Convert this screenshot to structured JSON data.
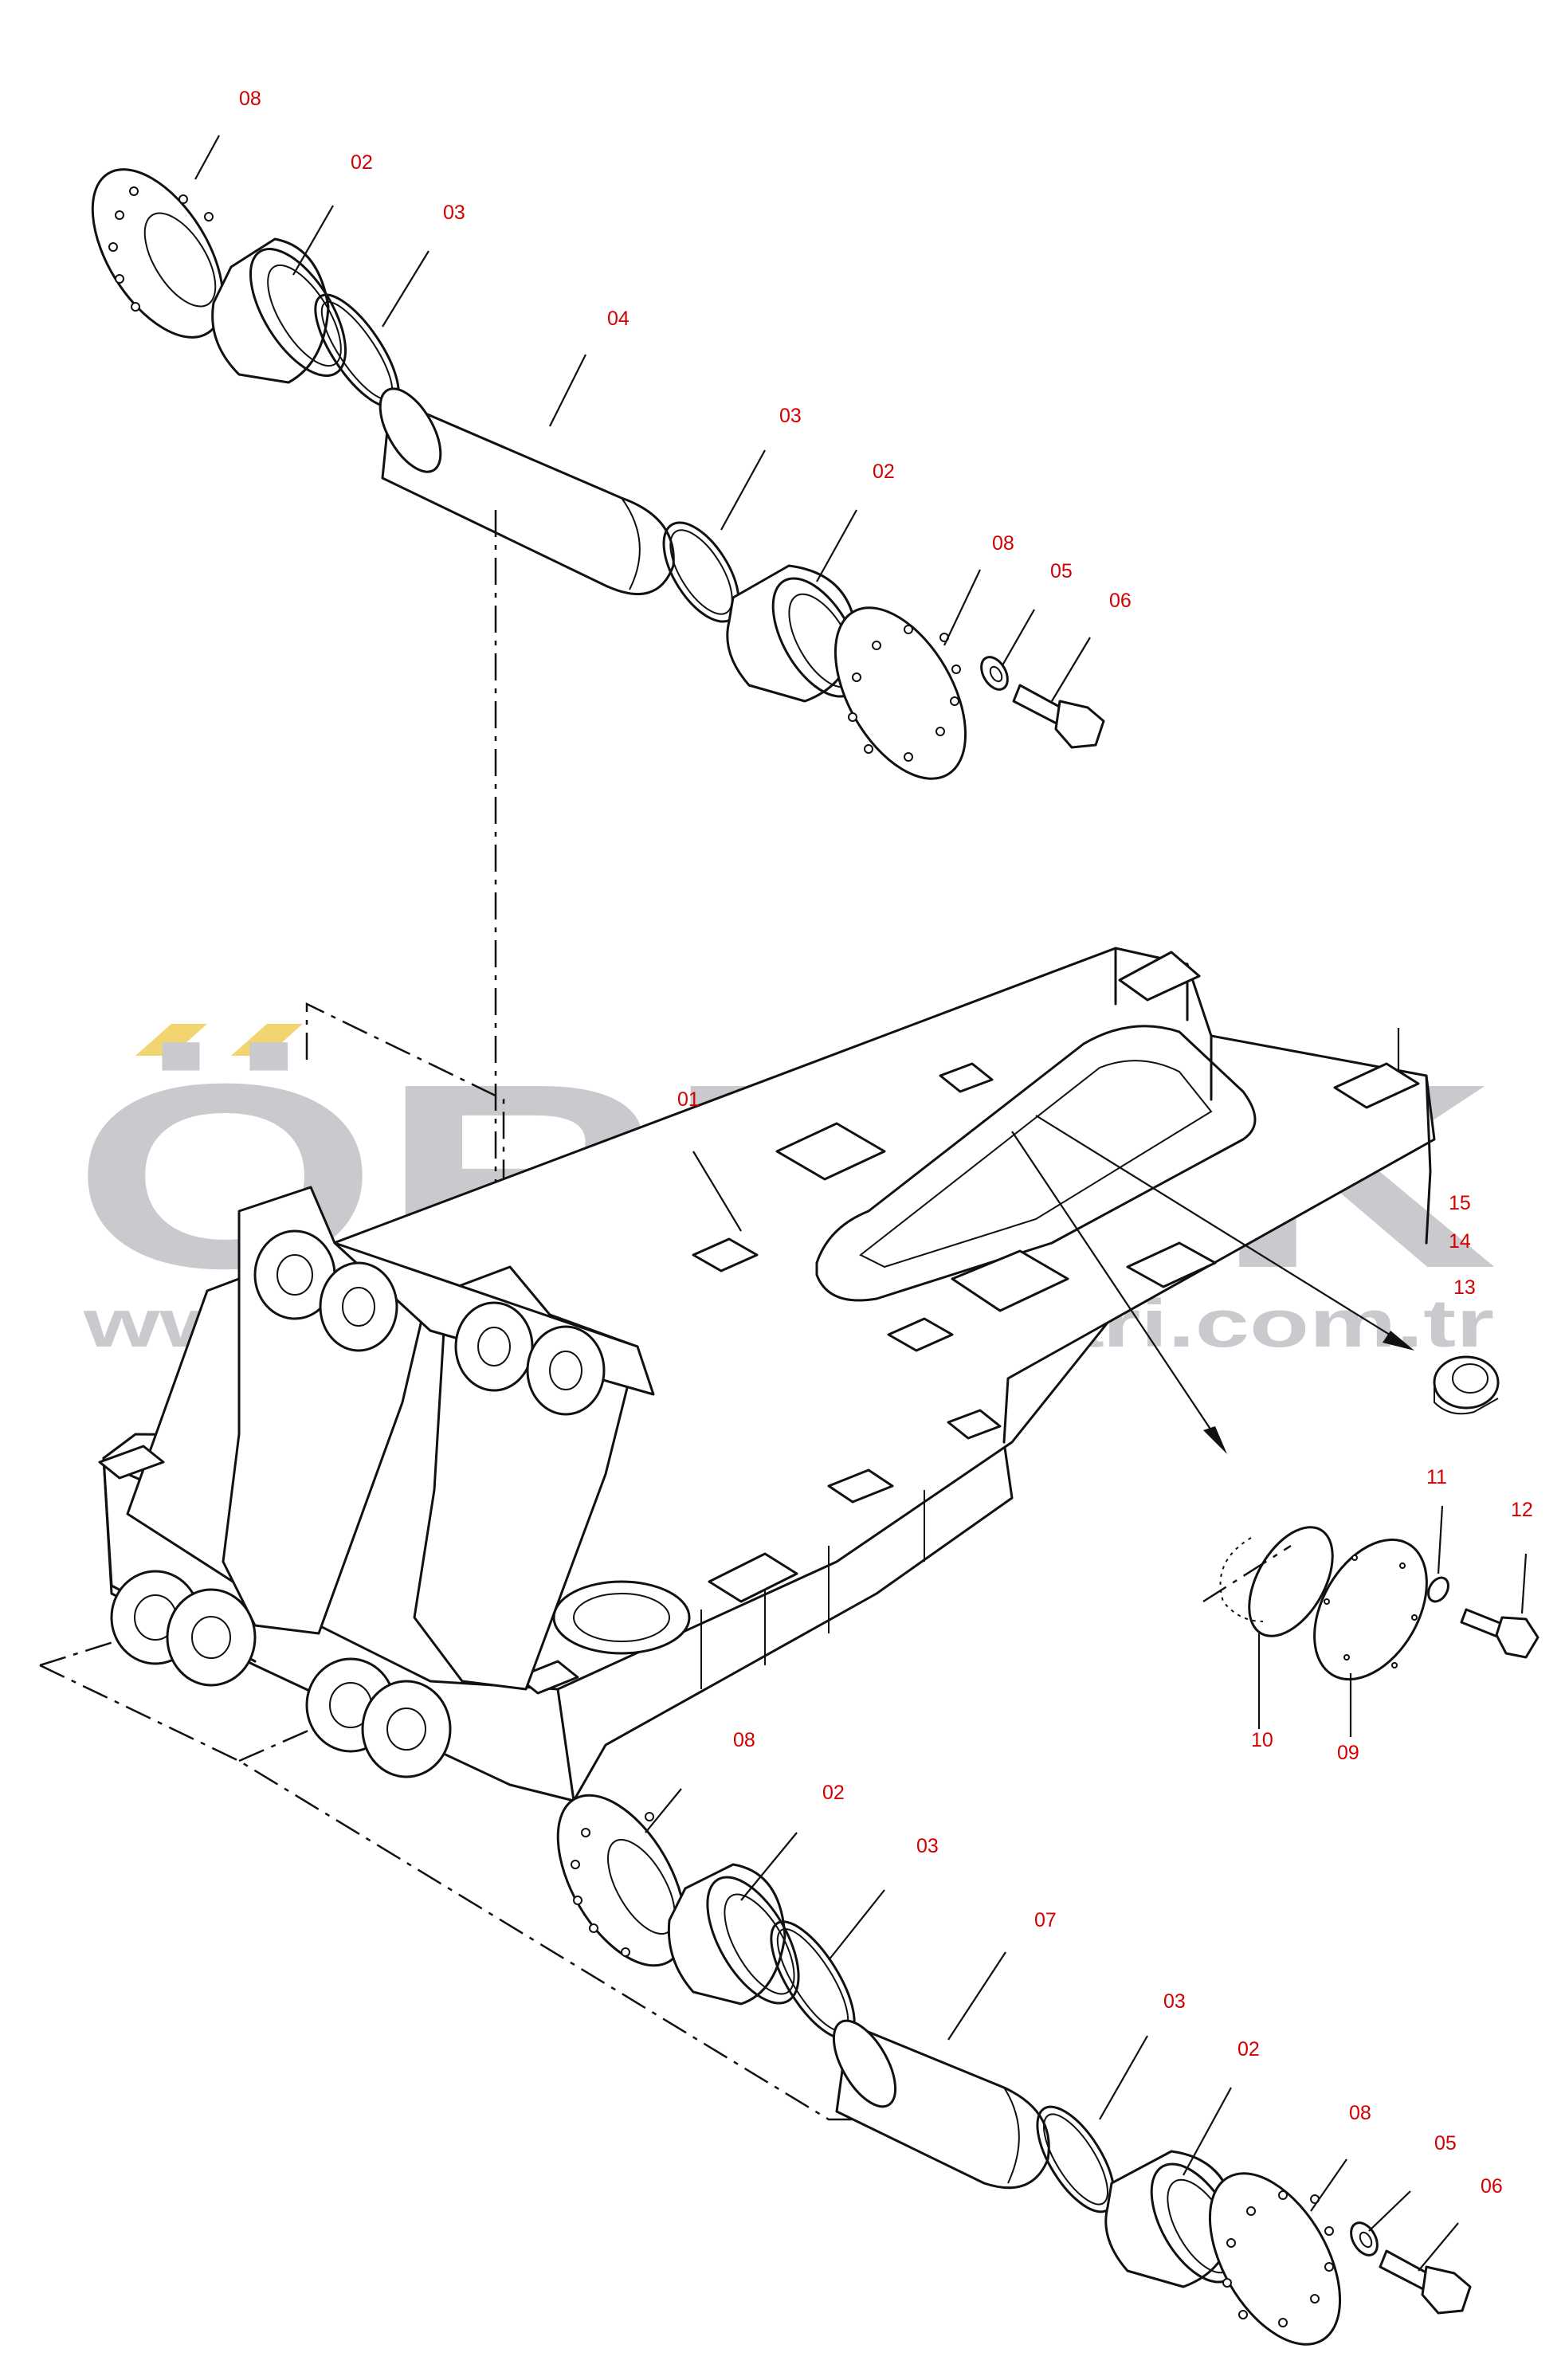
{
  "watermark": {
    "brand": "ÖRNEK",
    "url": "www.ornekismakinalari.com.tr",
    "color_text": "#c8c8cc",
    "color_accent": "#f2d36a"
  },
  "callouts": {
    "top_left_cap": "08",
    "top_left_bushing": "02",
    "top_left_ring": "03",
    "top_pin": "04",
    "top_right_ring": "03",
    "top_right_bushing": "02",
    "top_right_cap": "08",
    "top_washer": "05",
    "top_bolt": "06",
    "frame": "01",
    "label_15": "15",
    "label_14": "14",
    "plug": "13",
    "washer_11": "11",
    "bolt_12": "12",
    "ring_10": "10",
    "cover_09": "09",
    "bot_left_cap": "08",
    "bot_left_bushing": "02",
    "bot_left_ring": "03",
    "bot_pin": "07",
    "bot_right_ring": "03",
    "bot_right_bushing": "02",
    "bot_right_cap": "08",
    "bot_washer": "05",
    "bot_bolt": "06"
  }
}
